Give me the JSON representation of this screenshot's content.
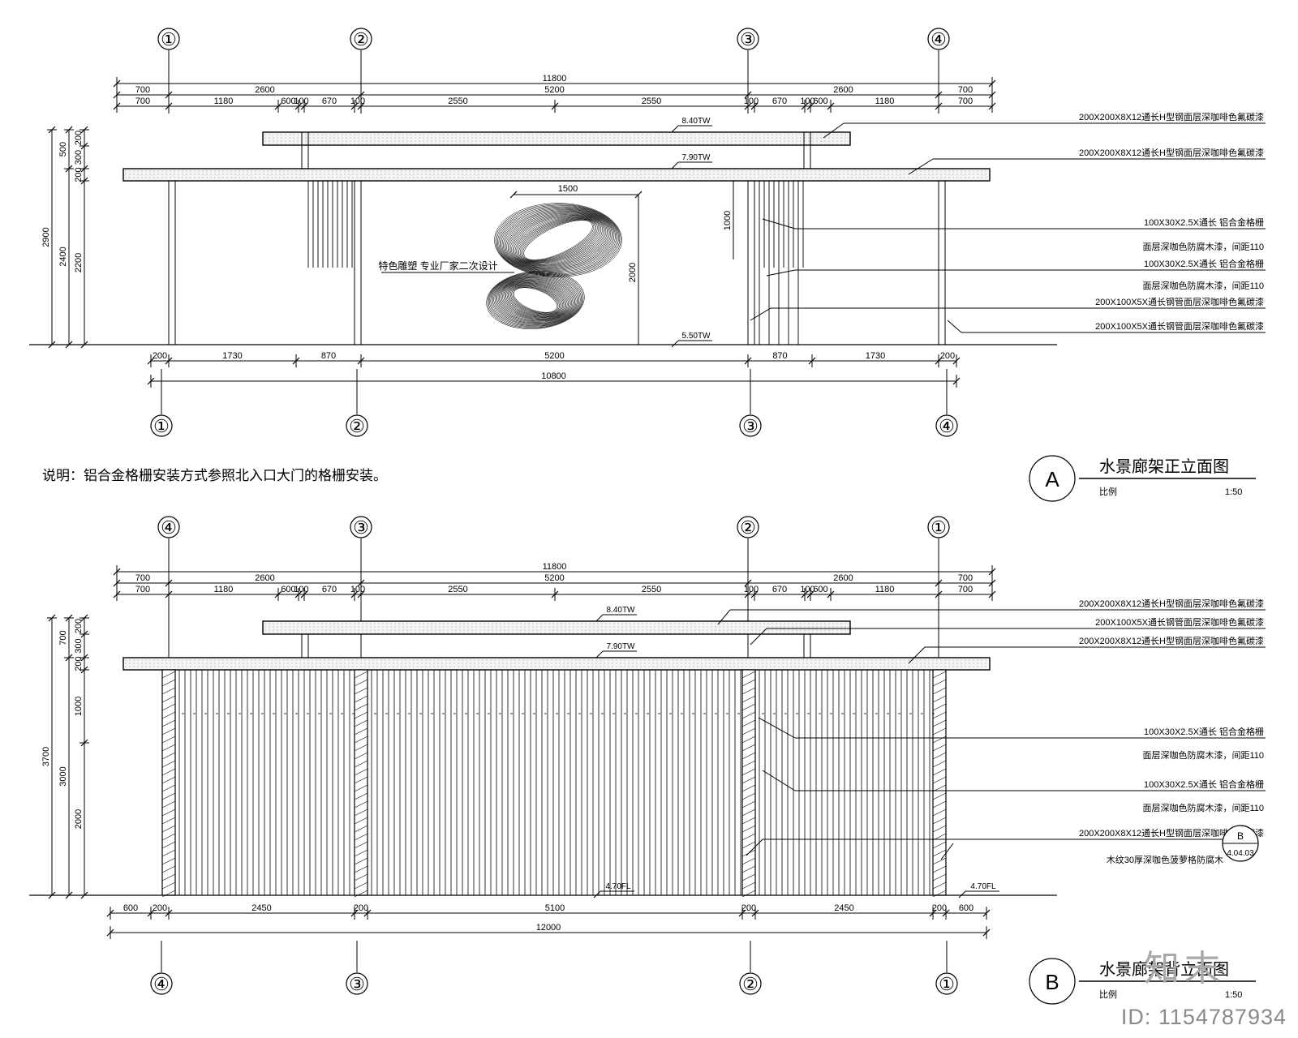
{
  "elevation_a": {
    "axes_top": [
      "①",
      "②",
      "③",
      "④"
    ],
    "axes_bottom": [
      "①",
      "②",
      "③",
      "④"
    ],
    "dim_total_top": "11800",
    "dim_row1": [
      "700",
      "2600",
      "5200",
      "2600",
      "700"
    ],
    "dim_row2": [
      "700",
      "1180",
      "600",
      "100",
      "670",
      "100",
      "2550",
      "2550",
      "100",
      "670",
      "100",
      "600",
      "1180",
      "700"
    ],
    "dim_bottom_row": [
      "200",
      "1730",
      "870",
      "5200",
      "870",
      "1730",
      "200"
    ],
    "dim_total_bottom": "10800",
    "dim_left_outer": [
      "2900"
    ],
    "dim_left_mid": [
      "500",
      "2400"
    ],
    "dim_left_inner": [
      "200",
      "300",
      "200",
      "2200"
    ],
    "sculpture_width": "1500",
    "sculpture_height": "2000",
    "screen_height": "1000",
    "elev_top": "8.40TW",
    "elev_beam": "7.90TW",
    "elev_ground": "5.50TW",
    "sculpture_note": "特色雕塑 专业厂家二次设计",
    "callouts": [
      "200X200X8X12通长H型钢面层深咖啡色氟碳漆",
      "200X200X8X12通长H型钢面层深咖啡色氟碳漆",
      "100X30X2.5X通长 铝合金格栅",
      "面层深咖色防腐木漆，间距110",
      "100X30X2.5X通长 铝合金格栅",
      "面层深咖色防腐木漆，间距110",
      "200X100X5X通长钢管面层深咖啡色氟碳漆",
      "200X100X5X通长钢管面层深咖啡色氟碳漆"
    ],
    "title_letter": "A",
    "title": "水景廊架正立面图",
    "scale_label": "比例",
    "scale": "1:50"
  },
  "note": "说明：铝合金格栅安装方式参照北入口大门的格栅安装。",
  "elevation_b": {
    "axes_top": [
      "④",
      "③",
      "②",
      "①"
    ],
    "axes_bottom": [
      "④",
      "③",
      "②",
      "①"
    ],
    "dim_total_top": "11800",
    "dim_row1": [
      "700",
      "2600",
      "5200",
      "2600",
      "700"
    ],
    "dim_row2": [
      "700",
      "1180",
      "600",
      "100",
      "670",
      "100",
      "2550",
      "2550",
      "100",
      "670",
      "100",
      "600",
      "1180",
      "700"
    ],
    "dim_bottom_row": [
      "600",
      "200",
      "2450",
      "200",
      "5100",
      "200",
      "2450",
      "200",
      "600"
    ],
    "dim_total_bottom": "12000",
    "dim_left_outer": [
      "3700"
    ],
    "dim_left_mid": [
      "700",
      "3000"
    ],
    "dim_left_inner": [
      "200",
      "300",
      "200",
      "1000",
      "2000"
    ],
    "elev_top": "8.40TW",
    "elev_beam": "7.90TW",
    "elev_floor_mid": "4.70FL",
    "elev_floor_right": "4.70FL",
    "callouts": [
      "200X200X8X12通长H型钢面层深咖啡色氟碳漆",
      "200X100X5X通长钢管面层深咖啡色氟碳漆",
      "200X200X8X12通长H型钢面层深咖啡色氟碳漆",
      "100X30X2.5X通长 铝合金格栅",
      "面层深咖色防腐木漆，间距110",
      "100X30X2.5X通长 铝合金格栅",
      "面层深咖色防腐木漆，间距110",
      "200X200X8X12通长H型钢面层深咖啡色氟碳漆",
      "木纹30厚深咖色菠萝格防腐木"
    ],
    "detail_ref_top": "B",
    "detail_ref_bottom": "4.04.03",
    "title_letter": "B",
    "title": "水景廊架背立面图",
    "scale_label": "比例",
    "scale": "1:50"
  },
  "branding": {
    "logo": "知末",
    "id_text": "ID: 1154787934"
  }
}
